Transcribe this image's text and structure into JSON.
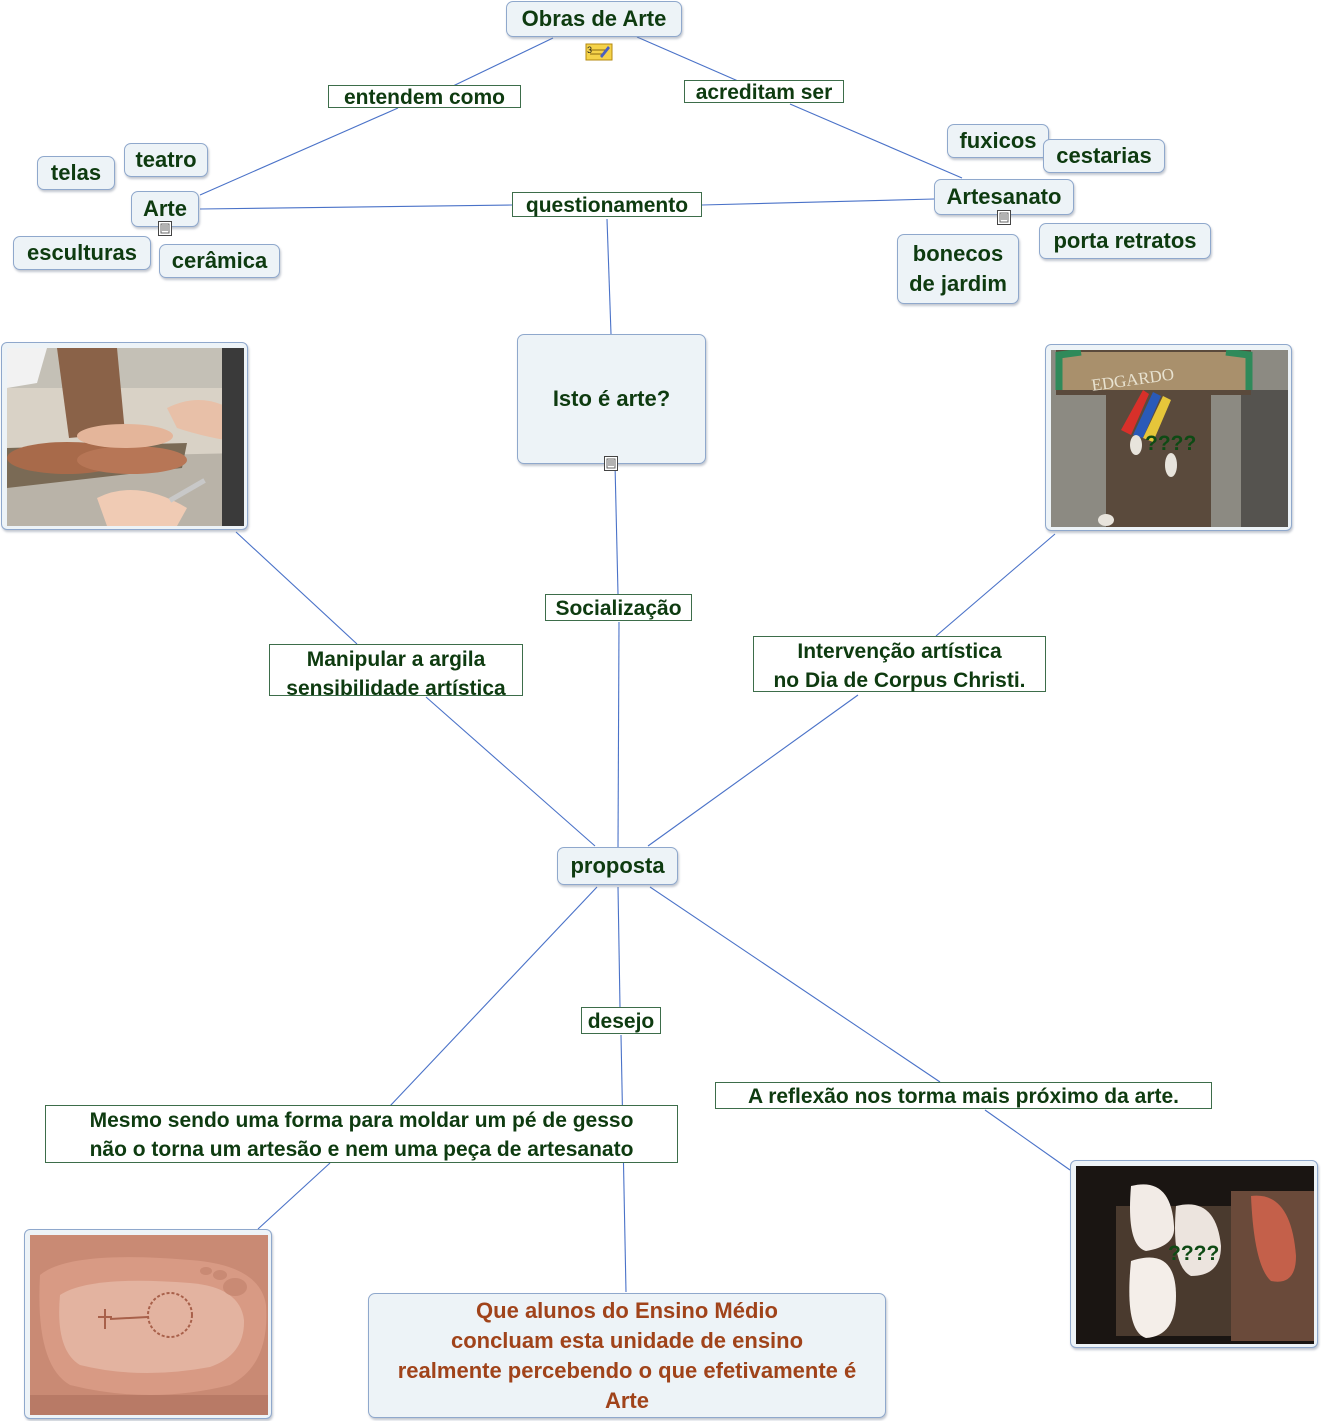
{
  "concepts": {
    "obras_de_arte": "Obras de Arte",
    "arte": "Arte",
    "artesanato": "Artesanato",
    "telas": "telas",
    "teatro": "teatro",
    "esculturas": "esculturas",
    "ceramica": "cerâmica",
    "fuxicos": "fuxicos",
    "cestarias": "cestarias",
    "bonecos": "bonecos\nde jardim",
    "porta_retratos": "porta retratos",
    "isto_e_arte": "Isto é arte?",
    "proposta": "proposta",
    "goal": "Que alunos do Ensino Médio\nconcluam esta unidade de ensino\nrealmente percebendo o que efetivamente é\nArte"
  },
  "linking_phrases": {
    "entendem_como": "entendem como",
    "acreditam_ser": "acreditam ser",
    "questionamento": "questionamento",
    "socializacao": "Socialização",
    "manipular": "Manipular a argila\nsensibilidade artística",
    "intervencao": "Intervenção artística\nno Dia de Corpus Christi.",
    "desejo": "desejo",
    "mesmo_sendo": "Mesmo sendo uma forma para moldar um pé de gesso\n não o torna um artesão e nem uma peça de artesanato",
    "reflexao": "A reflexão nos torma mais próximo da arte."
  },
  "photos": {
    "mural_name": "EDGARDO",
    "mural_question": "????",
    "plaster_question": "????"
  },
  "icons": {
    "note": "sticky-note-icon",
    "resource": "document-icon",
    "note_count": "3"
  },
  "colors": {
    "node_fill": "#edf3f7",
    "node_border": "#8fa8cc",
    "text": "#0e3b10",
    "goal_text": "#a0431a",
    "link_line": "#4a72c8"
  }
}
